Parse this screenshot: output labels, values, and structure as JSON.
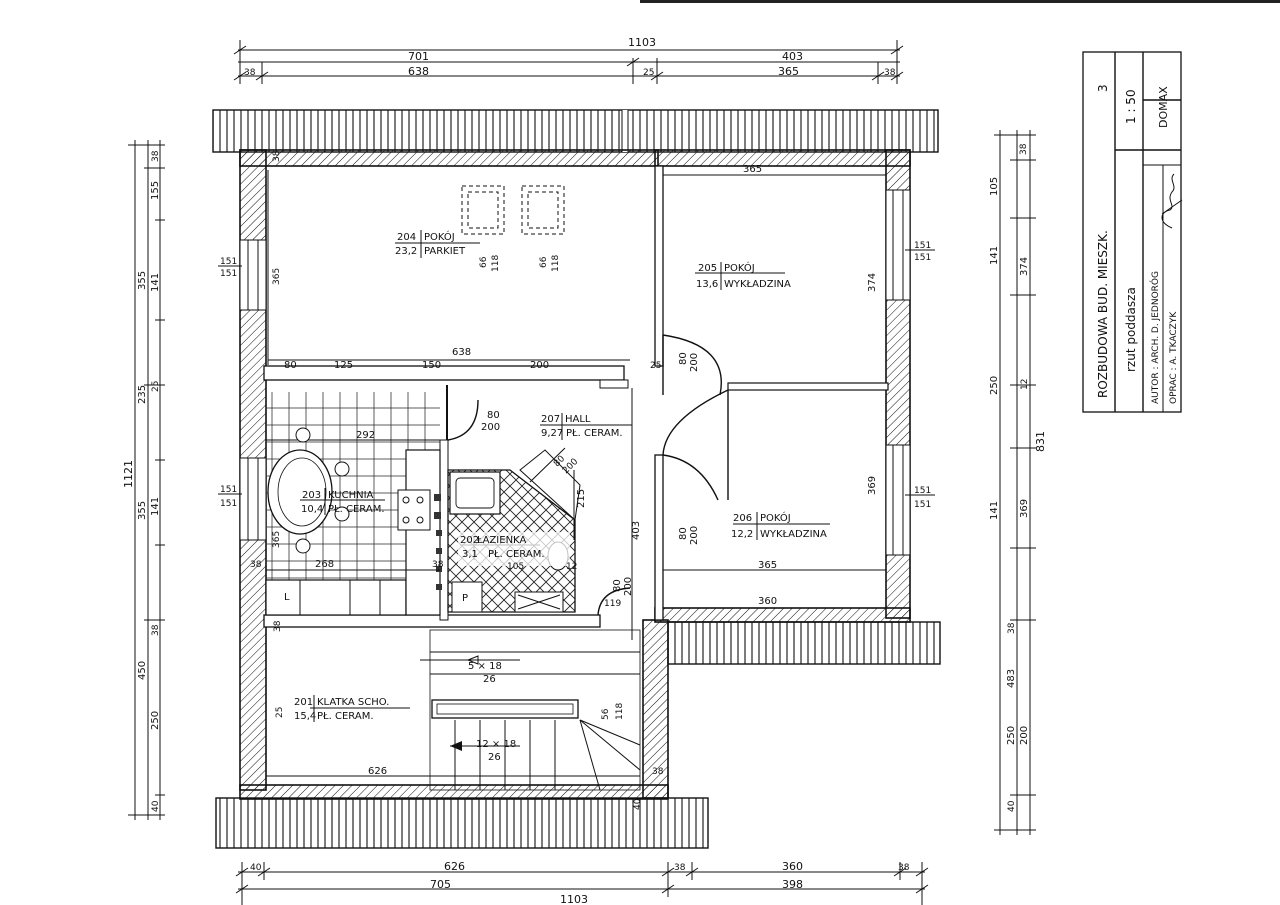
{
  "dimensions": {
    "top_overall": "1103",
    "top_left_major": "701",
    "top_right_major": "403",
    "top_left_wall": "38",
    "top_left_room": "638",
    "top_mid_wall": "25",
    "top_right_room": "365",
    "top_right_wall": "38",
    "bottom_overall": "1103",
    "bottom_left_wall": "40",
    "bottom_left_room": "626",
    "bottom_mid_wall": "38",
    "bottom_right_room": "360",
    "bottom_right_wall": "38",
    "bottom_left_major": "705",
    "bottom_right_major": "398",
    "left_overall": "1121",
    "left_a1": "38",
    "left_a2": "155",
    "left_a3": "141",
    "left_a4": "25",
    "left_a5": "141",
    "left_a6": "38",
    "left_a7": "250",
    "left_a8": "40",
    "left_b1": "355",
    "left_b2": "235",
    "left_b3": "355",
    "left_b4": "450",
    "right_overall": "831",
    "right_a1": "38",
    "right_a2": "105",
    "right_a3": "141",
    "right_a4": "250",
    "right_a5": "141",
    "right_a6": "38",
    "right_a7": "250",
    "right_a8": "40",
    "right_b1": "374",
    "right_b2": "12",
    "right_b3": "369",
    "right_b4": "483",
    "right_b5": "200"
  },
  "inner": {
    "win_left_top": "151",
    "win_left_top2": "151",
    "win_left_mid": "151",
    "win_left_mid2": "151",
    "win_right_top": "151",
    "win_right_top2": "151",
    "win_right_mid": "151",
    "win_right_mid2": "151",
    "r204_height": "365",
    "r204_wall": "38",
    "r205_width": "365",
    "r205_height": "374",
    "r206_width_top": "365",
    "r206_width_bot": "360",
    "r206_height": "369",
    "partition_a": "80",
    "partition_b": "125",
    "partition_c": "150",
    "partition_d": "200",
    "partition_total": "638",
    "partition_e": "25",
    "door_hall": "80",
    "door_hall2": "200",
    "door_205a": "80",
    "door_205b": "200",
    "door_206a": "80",
    "door_206b": "200",
    "door_bath_a": "80",
    "door_bath_b": "200",
    "door_stair_a": "80",
    "door_stair_b": "200",
    "kitchen_width": "292",
    "kitchen_bottom": "268",
    "kitchen_h": "365",
    "kitchen_w2": "38",
    "bath_w": "215",
    "bath_wall": "38",
    "bath_a": "105",
    "bath_b": "12",
    "hall_h": "403",
    "hall_119": "119",
    "roof_win_1a": "66",
    "roof_win_1b": "118",
    "roof_win_2a": "66",
    "roof_win_2b": "118",
    "stair_top": "5 × 18",
    "stair_top2": "26",
    "stair_bot": "12 × 18",
    "stair_bot2": "26",
    "stair_w": "626",
    "stair_side": "25",
    "stair_r1": "56",
    "stair_r2": "118",
    "stair_r3": "38",
    "stair_r4": "40",
    "stair_top_wall": "38"
  },
  "rooms": {
    "r204_num": "204",
    "r204_name": "POKÓJ",
    "r204_area": "23,2",
    "r204_floor": "PARKIET",
    "r205_num": "205",
    "r205_name": "POKÓJ",
    "r205_area": "13,6",
    "r205_floor": "WYKŁADZINA",
    "r206_num": "206",
    "r206_name": "POKÓJ",
    "r206_area": "12,2",
    "r206_floor": "WYKŁADZINA",
    "r207_num": "207",
    "r207_name": "HALL",
    "r207_area": "9,27",
    "r207_floor": "PŁ. CERAM.",
    "r203_num": "203",
    "r203_name": "KUCHNIA",
    "r203_area": "10,4",
    "r203_floor": "PŁ. CERAM.",
    "r202_num": "202",
    "r202_name": "ŁAZIENKA",
    "r202_area": "3,1",
    "r202_floor": "PŁ. CERAM.",
    "r201_num": "201",
    "r201_name": "KLATKA SCHO.",
    "r201_area": "15,4",
    "r201_floor": "PŁ. CERAM.",
    "bath_p": "P",
    "kitchen_l": "L"
  },
  "titleblock": {
    "project": "ROZBUDOWA BUD. MIESZK.",
    "sheet": "rzut poddasza",
    "author": "AUTOR : ARCH. D. JEDNORÓG",
    "drawn": "OPRAC : A. TKACZYK",
    "number": "3",
    "scale": "1 : 50",
    "office": "DOMAX"
  }
}
